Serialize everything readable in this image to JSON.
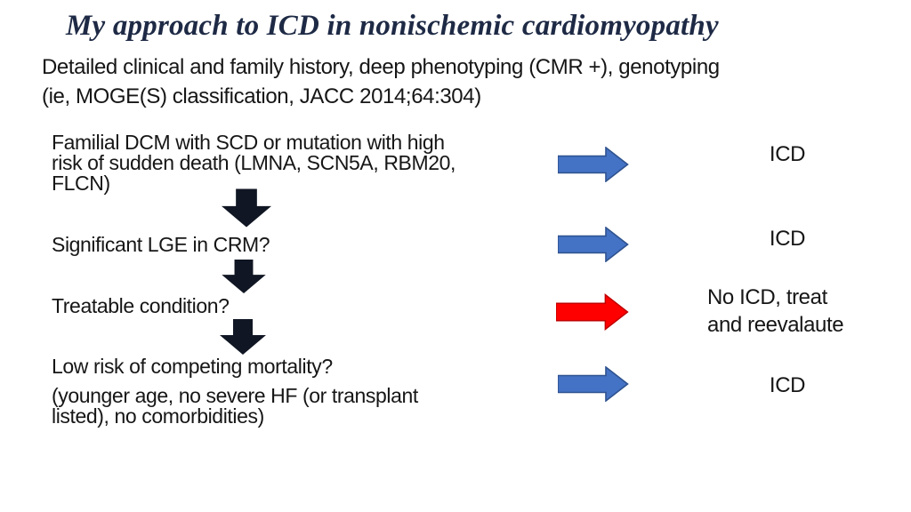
{
  "slide": {
    "title": "My approach to ICD in nonischemic cardiomyopathy",
    "subtitle": {
      "line1": "Detailed clinical and family history, deep phenotyping (CMR +), genotyping",
      "line2": "(ie, MOGE(S) classification, JACC 2014;64:304)"
    },
    "steps": [
      {
        "question": {
          "line1": "Familial DCM with SCD or mutation with high",
          "line2": "risk of sudden death (LMNA, SCN5A, RBM20,",
          "line3": "FLCN)"
        },
        "arrow": "blue-right-arrow",
        "outcome": {
          "line1": "ICD"
        }
      },
      {
        "question": {
          "line1": "Significant LGE in CRM?"
        },
        "arrow": "blue-right-arrow",
        "outcome": {
          "line1": "ICD"
        }
      },
      {
        "question": {
          "line1": "Treatable condition?"
        },
        "arrow": "red-right-arrow",
        "outcome": {
          "line1": "No ICD, treat",
          "line2": "and reevalaute"
        }
      },
      {
        "question": {
          "line1": "Low risk of competing mortality?",
          "line2": "(younger age, no severe HF (or transplant",
          "line3": "listed), no comorbidities)"
        },
        "arrow": "blue-right-arrow",
        "outcome": {
          "line1": "ICD"
        }
      }
    ],
    "connectors": [
      "down-arrow",
      "down-arrow",
      "down-arrow"
    ],
    "colors": {
      "background": "#FFFFFF",
      "title_text": "#1E2A45",
      "body_text": "#161616",
      "arrow_blue_fill": "#4472C4",
      "arrow_blue_border": "#2F528F",
      "arrow_red_fill": "#FE0000",
      "arrow_red_border": "#C00000",
      "arrow_down_fill": "#101623"
    }
  }
}
